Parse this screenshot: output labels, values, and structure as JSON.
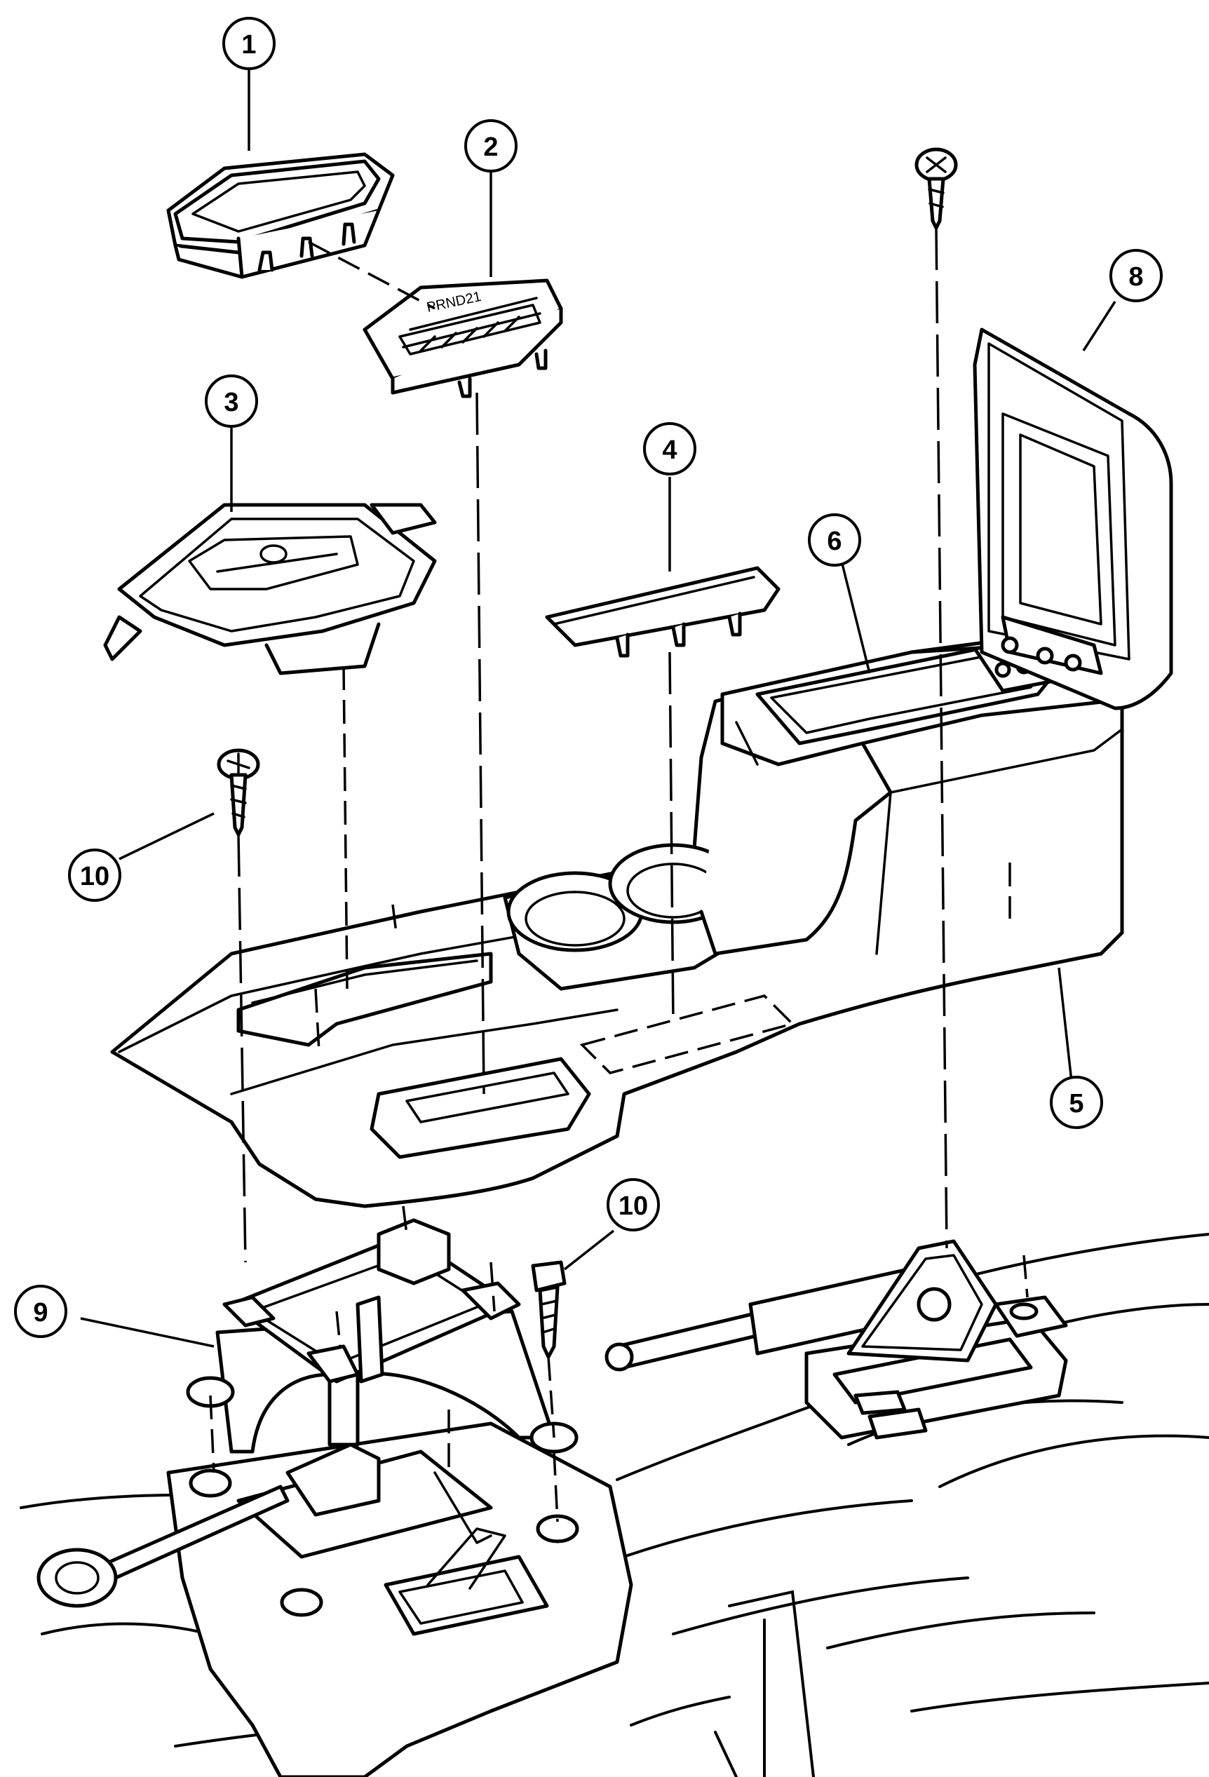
{
  "diagram": {
    "callouts": [
      {
        "id": "c1",
        "label": "1"
      },
      {
        "id": "c2",
        "label": "2"
      },
      {
        "id": "c3",
        "label": "3"
      },
      {
        "id": "c4",
        "label": "4"
      },
      {
        "id": "c5",
        "label": "5"
      },
      {
        "id": "c6",
        "label": "6"
      },
      {
        "id": "c8",
        "label": "8"
      },
      {
        "id": "c9",
        "label": "9"
      },
      {
        "id": "c10a",
        "label": "10"
      },
      {
        "id": "c10b",
        "label": "10"
      }
    ],
    "indicator_letters": "PRND21"
  }
}
